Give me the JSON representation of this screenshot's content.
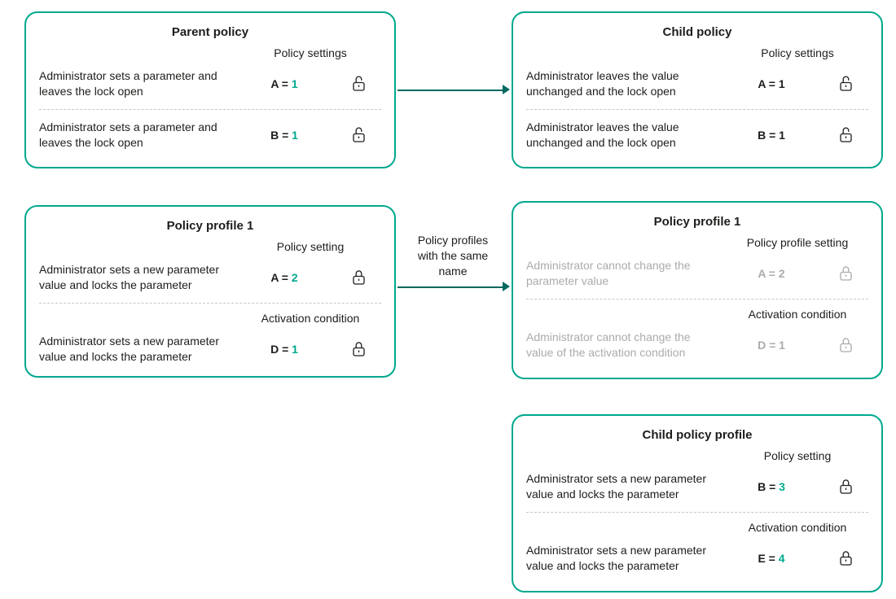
{
  "colors": {
    "box_border": "#00a88e",
    "accent_number": "#00a88e",
    "arrow": "#00695f",
    "text": "#1d1d1b",
    "muted_text": "#ababab"
  },
  "arrow_label": "Policy profiles with the same name",
  "boxes": [
    {
      "title": "Parent policy",
      "sections": [
        {
          "label": "Policy settings",
          "rows": [
            {
              "desc": "Administrator sets a parameter and leaves the lock open",
              "param": "A =",
              "value": "1",
              "value_style": "accent",
              "lock": "open"
            },
            {
              "desc": "Administrator sets a parameter and leaves the lock open",
              "param": "B =",
              "value": "1",
              "value_style": "accent",
              "lock": "open"
            }
          ]
        }
      ]
    },
    {
      "title": "Child policy",
      "sections": [
        {
          "label": "Policy settings",
          "rows": [
            {
              "desc": "Administrator leaves the value unchanged and the lock open",
              "param": "A =",
              "value": "1",
              "value_style": "plain",
              "lock": "open"
            },
            {
              "desc": "Administrator leaves the value unchanged and the lock open",
              "param": "B =",
              "value": "1",
              "value_style": "plain",
              "lock": "open"
            }
          ]
        }
      ]
    },
    {
      "title": "Policy profile 1",
      "sections": [
        {
          "label": "Policy setting",
          "rows": [
            {
              "desc": "Administrator sets a new parameter value and locks the parameter",
              "param": "A =",
              "value": "2",
              "value_style": "accent",
              "lock": "closed"
            }
          ]
        },
        {
          "label": "Activation condition",
          "rows": [
            {
              "desc": "Administrator sets a new parameter value and locks the parameter",
              "param": "D =",
              "value": "1",
              "value_style": "accent",
              "lock": "closed"
            }
          ]
        }
      ]
    },
    {
      "title": "Policy profile 1",
      "sections": [
        {
          "label": "Policy profile setting",
          "rows": [
            {
              "desc": "Administrator cannot change the parameter value",
              "param": "A =",
              "value": "2",
              "value_style": "muted",
              "lock": "closed"
            }
          ]
        },
        {
          "label": "Activation condition",
          "rows": [
            {
              "desc": "Administrator cannot change the value of the activation condition",
              "param": "D =",
              "value": "1",
              "value_style": "muted",
              "lock": "closed"
            }
          ]
        }
      ]
    },
    {
      "title": "Child policy profile",
      "sections": [
        {
          "label": "Policy setting",
          "rows": [
            {
              "desc": "Administrator sets a new parameter value and locks the parameter",
              "param": "B =",
              "value": "3",
              "value_style": "accent",
              "lock": "closed"
            }
          ]
        },
        {
          "label": "Activation condition",
          "rows": [
            {
              "desc": "Administrator sets a new parameter value and locks the parameter",
              "param": "E =",
              "value": "4",
              "value_style": "accent",
              "lock": "closed"
            }
          ]
        }
      ]
    }
  ]
}
